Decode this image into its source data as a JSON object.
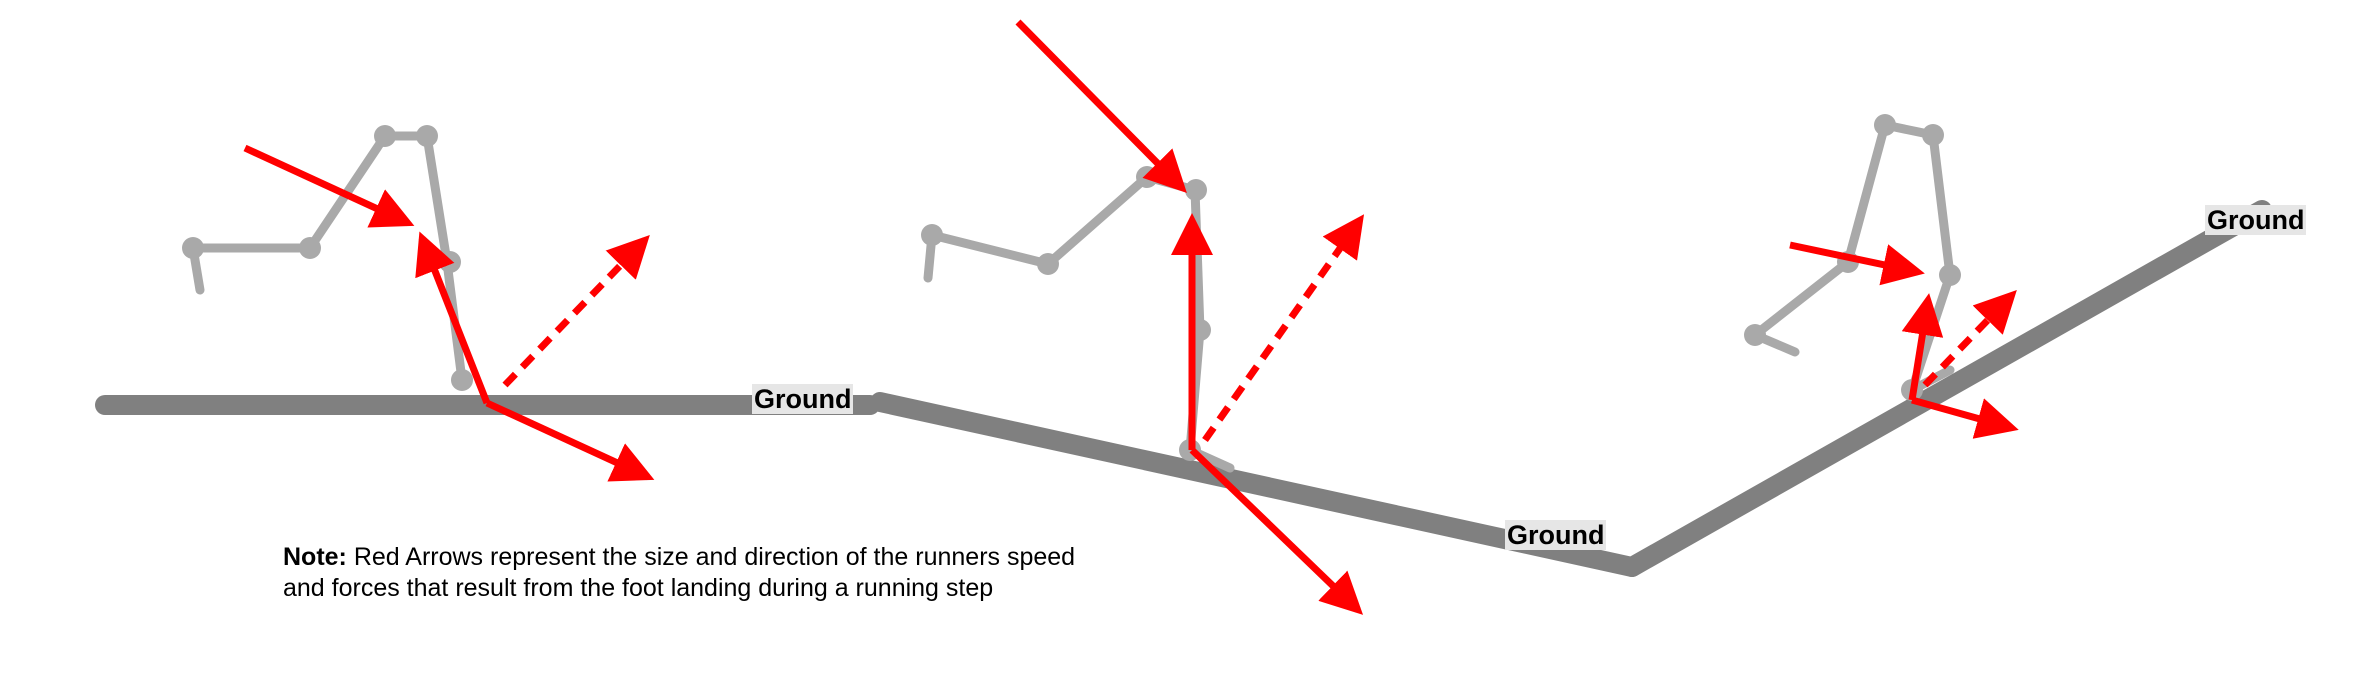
{
  "ground_label": "Ground",
  "note": {
    "label": "Note:",
    "text": " Red Arrows represent the size and direction of the runners speed and forces that result from the foot landing during a running step"
  },
  "colors": {
    "ground": "#808080",
    "figure": "#a9a9a9",
    "arrow": "#ff0000"
  }
}
